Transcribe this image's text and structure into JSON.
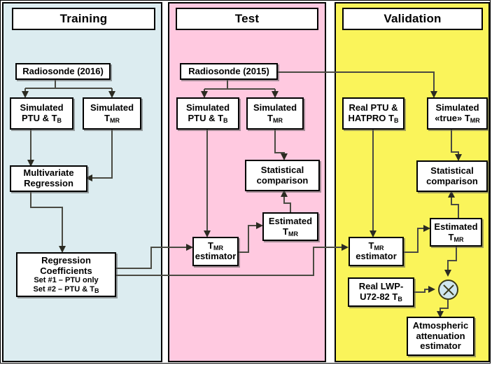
{
  "figure": {
    "type": "flowchart",
    "panels": [
      {
        "id": "training",
        "title": "Training",
        "color": "#dcecf0",
        "nodes": [
          {
            "id": "radiosonde2016",
            "label": "Radiosonde (2016)"
          },
          {
            "id": "sim_ptu_tb_train",
            "label_line1": "Simulated",
            "label_line2": "PTU & T",
            "label_sub2": "B"
          },
          {
            "id": "sim_tmr_train",
            "label_line1": "Simulated",
            "label_line2": "T",
            "label_sub2": "MR"
          },
          {
            "id": "multivariate_regression",
            "label_line1": "Multivariate",
            "label_line2": "Regression"
          },
          {
            "id": "regression_coefficients",
            "label_line1": "Regression",
            "label_line2": "Coefficients",
            "label_line3": "Set #1 – PTU only",
            "label_line4": "Set #2 – PTU & T",
            "label_sub4": "B"
          }
        ]
      },
      {
        "id": "test",
        "title": "Test",
        "color": "#ffc9e0",
        "nodes": [
          {
            "id": "radiosonde2015",
            "label": "Radiosonde (2015)"
          },
          {
            "id": "sim_ptu_tb_test",
            "label_line1": "Simulated",
            "label_line2": "PTU & T",
            "label_sub2": "B"
          },
          {
            "id": "sim_tmr_test",
            "label_line1": "Simulated",
            "label_line2": "T",
            "label_sub2": "MR"
          },
          {
            "id": "stat_comparison_test",
            "label_line1": "Statistical",
            "label_line2": "comparison"
          },
          {
            "id": "estimated_tmr_test",
            "label_line1": "Estimated",
            "label_line2": "T",
            "label_sub2": "MR"
          },
          {
            "id": "tmr_estimator_test",
            "label_line1": "T",
            "label_sub1": "MR",
            "label_line2": "estimator"
          }
        ]
      },
      {
        "id": "validation",
        "title": "Validation",
        "color": "#faf45a",
        "nodes": [
          {
            "id": "real_ptu_hatpro",
            "label_line1": "Real PTU &",
            "label_line2": "HATPRO T",
            "label_sub2": "B"
          },
          {
            "id": "sim_true_tmr",
            "label_line1": "Simulated",
            "label_line2": "«true» T",
            "label_sub2": "MR"
          },
          {
            "id": "stat_comparison_val",
            "label_line1": "Statistical",
            "label_line2": "comparison"
          },
          {
            "id": "estimated_tmr_val",
            "label_line1": "Estimated",
            "label_line2": "T",
            "label_sub2": "MR"
          },
          {
            "id": "tmr_estimator_val",
            "label_line1": "T",
            "label_sub1": "MR",
            "label_line2": "estimator"
          },
          {
            "id": "real_lwp",
            "label_line1": "Real LWP-",
            "label_line2": "U72-82 T",
            "label_sub2": "B"
          },
          {
            "id": "multiplier",
            "label": "×"
          },
          {
            "id": "atm_attenuation",
            "label_line1": "Atmospheric",
            "label_line2": "attenuation",
            "label_line3": "estimator"
          }
        ]
      }
    ],
    "colors": {
      "training_bg": "#dcecf0",
      "test_bg": "#ffc9e0",
      "validation_bg": "#faf45a",
      "node_bg": "#ffffff",
      "border": "#000000",
      "wire": "#4a4a42",
      "multiplier_fill": "#cfe6ef"
    }
  },
  "training": {
    "title": "Training",
    "radiosonde": "Radiosonde (2016)",
    "sim_ptu_l1": "Simulated",
    "sim_ptu_l2": "PTU & T",
    "sim_ptu_sub": "B",
    "sim_tmr_l1": "Simulated",
    "sim_tmr_l2": "T",
    "sim_tmr_sub": "MR",
    "mreg_l1": "Multivariate",
    "mreg_l2": "Regression",
    "coef_l1": "Regression",
    "coef_l2": "Coefficients",
    "coef_l3": "Set #1 – PTU only",
    "coef_l4": "Set #2 – PTU & T",
    "coef_l4_sub": "B"
  },
  "test": {
    "title": "Test",
    "radiosonde": "Radiosonde (2015)",
    "sim_ptu_l1": "Simulated",
    "sim_ptu_l2": "PTU & T",
    "sim_ptu_sub": "B",
    "sim_tmr_l1": "Simulated",
    "sim_tmr_l2": "T",
    "sim_tmr_sub": "MR",
    "stat_l1": "Statistical",
    "stat_l2": "comparison",
    "est_l1": "Estimated",
    "est_l2": "T",
    "est_sub": "MR",
    "estimator_l1": "T",
    "estimator_sub": "MR",
    "estimator_l2": "estimator"
  },
  "validation": {
    "title": "Validation",
    "real_ptu_l1": "Real PTU &",
    "real_ptu_l2": "HATPRO T",
    "real_ptu_sub": "B",
    "sim_true_l1": "Simulated",
    "sim_true_l2": "«true» T",
    "sim_true_sub": "MR",
    "stat_l1": "Statistical",
    "stat_l2": "comparison",
    "est_l1": "Estimated",
    "est_l2": "T",
    "est_sub": "MR",
    "estimator_l1": "T",
    "estimator_sub": "MR",
    "estimator_l2": "estimator",
    "lwp_l1": "Real LWP-",
    "lwp_l2": "U72-82 T",
    "lwp_sub": "B",
    "multiplier_symbol": "",
    "atm_l1": "Atmospheric",
    "atm_l2": "attenuation",
    "atm_l3": "estimator"
  }
}
